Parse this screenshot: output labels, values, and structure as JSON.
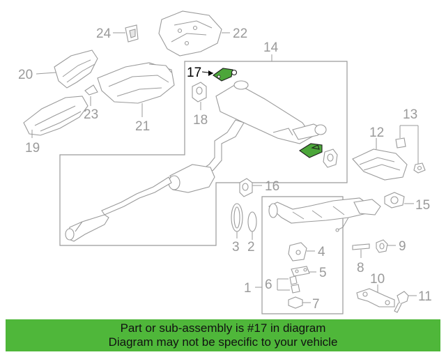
{
  "diagram": {
    "callouts": {
      "c1": "1",
      "c2": "2",
      "c3": "3",
      "c4": "4",
      "c5": "5",
      "c6": "6",
      "c7": "7",
      "c8": "8",
      "c9": "9",
      "c10": "10",
      "c11": "11",
      "c12": "12",
      "c13": "13",
      "c14": "14",
      "c15": "15",
      "c16": "16",
      "c17": "17",
      "c18": "18",
      "c19": "19",
      "c20": "20",
      "c21": "21",
      "c22": "22",
      "c23": "23",
      "c24": "24"
    },
    "highlighted_part": "17",
    "highlight_color": "#4ca63a"
  },
  "banner": {
    "line1": "Part or sub-assembly is #17 in diagram",
    "line2": "Diagram may not be specific to your vehicle",
    "background": "#4fb73a"
  }
}
